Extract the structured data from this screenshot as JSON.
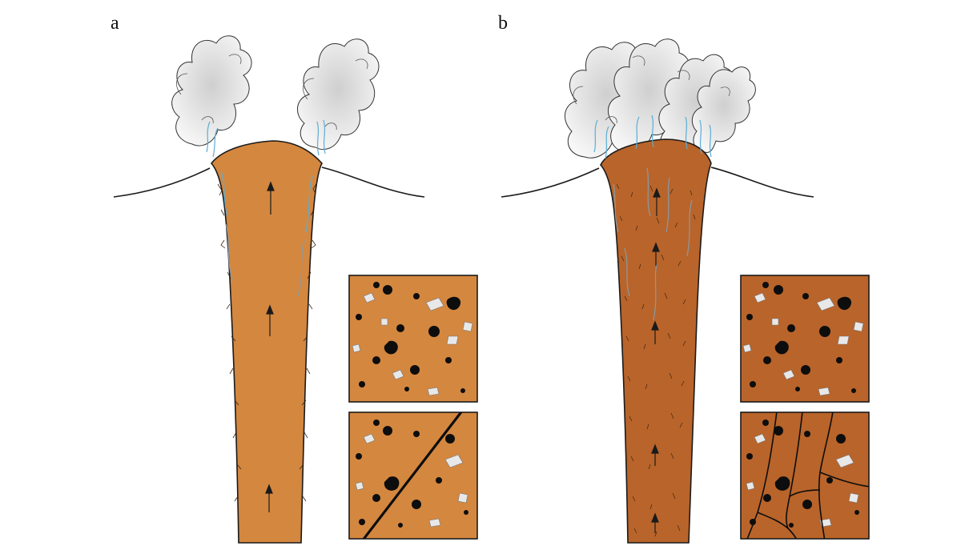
{
  "panels": [
    {
      "id": "a",
      "label": "a",
      "conduit_color": "#d4873f",
      "fracture_pattern": "single-diagonal"
    },
    {
      "id": "b",
      "label": "b",
      "conduit_color": "#b9642a",
      "fracture_pattern": "branching-network"
    }
  ],
  "colors": {
    "outline": "#1a1a1a",
    "gas_streak": "#5aaed6",
    "gas_streak_grey": "#8a9aa4",
    "plume_fill": "#f4f4f4",
    "plume_shade": "#d8d8d8",
    "crystal": "#e8e8e8",
    "bubble": "#0d0d0d"
  }
}
